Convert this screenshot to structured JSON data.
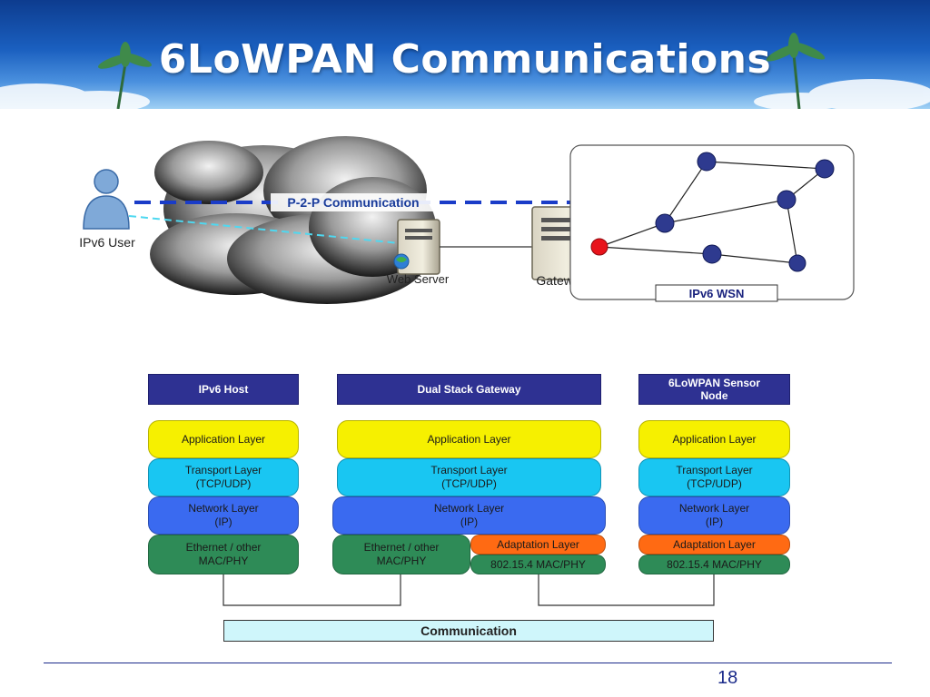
{
  "slide": {
    "title": "6LoWPAN Communications",
    "page_number": "18"
  },
  "network": {
    "user_label": "IPv6 User",
    "p2p_label": "P-2-P Communication",
    "web_server_label": "Web Server",
    "gateway_label": "Gateway",
    "wsn_label": "IPv6 WSN"
  },
  "stacks": {
    "host": {
      "title": "IPv6 Host",
      "application": "Application Layer",
      "transport": "Transport Layer\n(TCP/UDP)",
      "network": "Network Layer\n(IP)",
      "link": "Ethernet / other\nMAC/PHY"
    },
    "gateway": {
      "title": "Dual Stack Gateway",
      "application": "Application Layer",
      "transport": "Transport Layer\n(TCP/UDP)",
      "network": "Network Layer\n(IP)",
      "link": "Ethernet / other\nMAC/PHY",
      "adaptation": "Adaptation Layer",
      "mac": "802.15.4 MAC/PHY"
    },
    "sensor": {
      "title": "6LoWPAN Sensor\nNode",
      "application": "Application Layer",
      "transport": "Transport Layer\n(TCP/UDP)",
      "network": "Network Layer\n(IP)",
      "adaptation": "Adaptation Layer",
      "mac": "802.15.4 MAC/PHY"
    }
  },
  "communication_label": "Communication",
  "colors": {
    "stack_title_bg": "#2e3192",
    "application": "#f6f000",
    "transport": "#19c6f2",
    "network": "#3a6af0",
    "link": "#2e8b57",
    "adaptation": "#ff6a13",
    "p2p_line": "#1a3cc8",
    "user_line": "#4fd8f0"
  }
}
